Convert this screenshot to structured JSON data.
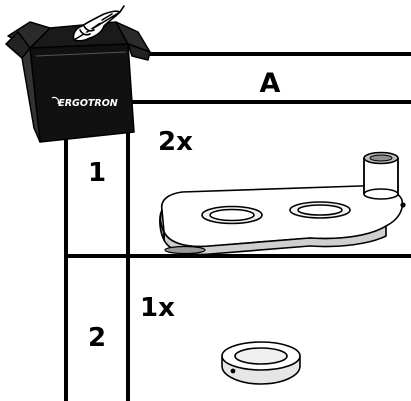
{
  "brand": {
    "logo_text": "ERGOTRON"
  },
  "columns": [
    {
      "header": "A"
    }
  ],
  "rows": [
    {
      "number": "1",
      "quantity": "2x",
      "part": "arm-link"
    },
    {
      "number": "2",
      "quantity": "1x",
      "part": "ring-spacer"
    }
  ],
  "colors": {
    "ink": "#000000",
    "paper": "#ffffff"
  }
}
